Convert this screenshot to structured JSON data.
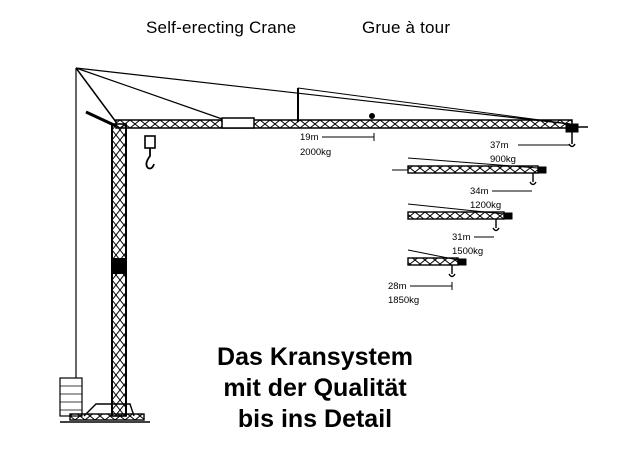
{
  "header": {
    "title_en": "Self-erecting Crane",
    "title_fr": "Grue à tour"
  },
  "slogan": {
    "line1": "Das Kransystem",
    "line2": "mit der Qualität",
    "line3": "bis ins Detail"
  },
  "specs": [
    {
      "reach": "19m",
      "load": "2000kg"
    },
    {
      "reach": "37m",
      "load": "900kg"
    },
    {
      "reach": "34m",
      "load": "1200kg"
    },
    {
      "reach": "31m",
      "load": "1500kg"
    },
    {
      "reach": "28m",
      "load": "1850kg"
    }
  ],
  "colors": {
    "line": "#000000",
    "background": "#ffffff"
  }
}
